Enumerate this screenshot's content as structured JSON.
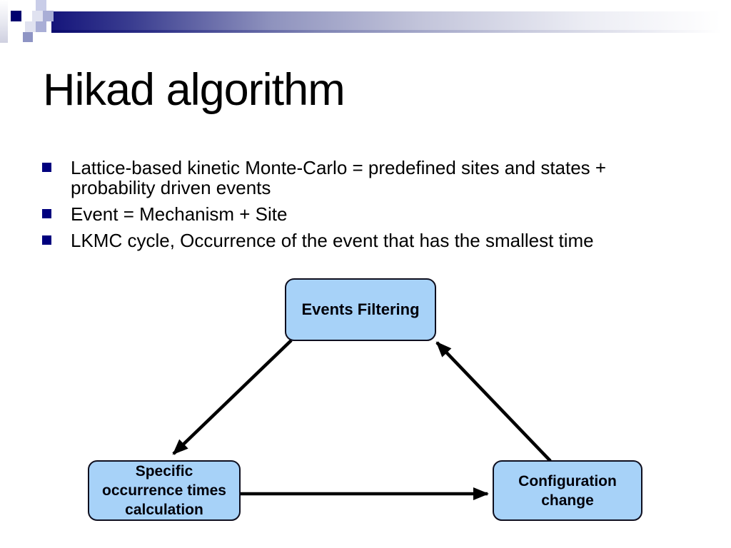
{
  "slide": {
    "title": "Hikad algorithm",
    "bullets": [
      {
        "lines": [
          "Lattice-based kinetic Monte-Carlo = predefined sites and states +",
          "probability driven events"
        ]
      },
      {
        "lines": [
          "Event = Mechanism + Site"
        ]
      },
      {
        "lines": [
          "LKMC cycle, Occurrence of the event that has the smallest time"
        ]
      }
    ]
  },
  "diagram": {
    "nodes": [
      {
        "name": "events-filtering",
        "lines": [
          "Events Filtering"
        ]
      },
      {
        "name": "specific-occurrence-times-calculation",
        "lines": [
          "Specific",
          "occurrence times",
          "calculation"
        ]
      },
      {
        "name": "configuration-change",
        "lines": [
          "Configuration",
          "change"
        ]
      }
    ],
    "edges": [
      {
        "from": "events-filtering",
        "to": "specific-occurrence-times-calculation"
      },
      {
        "from": "specific-occurrence-times-calculation",
        "to": "configuration-change"
      },
      {
        "from": "configuration-change",
        "to": "events-filtering"
      }
    ]
  },
  "colors": {
    "node_fill": "#a7d2f8",
    "node_border": "#0e0e1e",
    "arrow": "#000000",
    "bullet_marker": "#00007e",
    "header_bar_dark": "#15157b",
    "text": "#000000"
  }
}
